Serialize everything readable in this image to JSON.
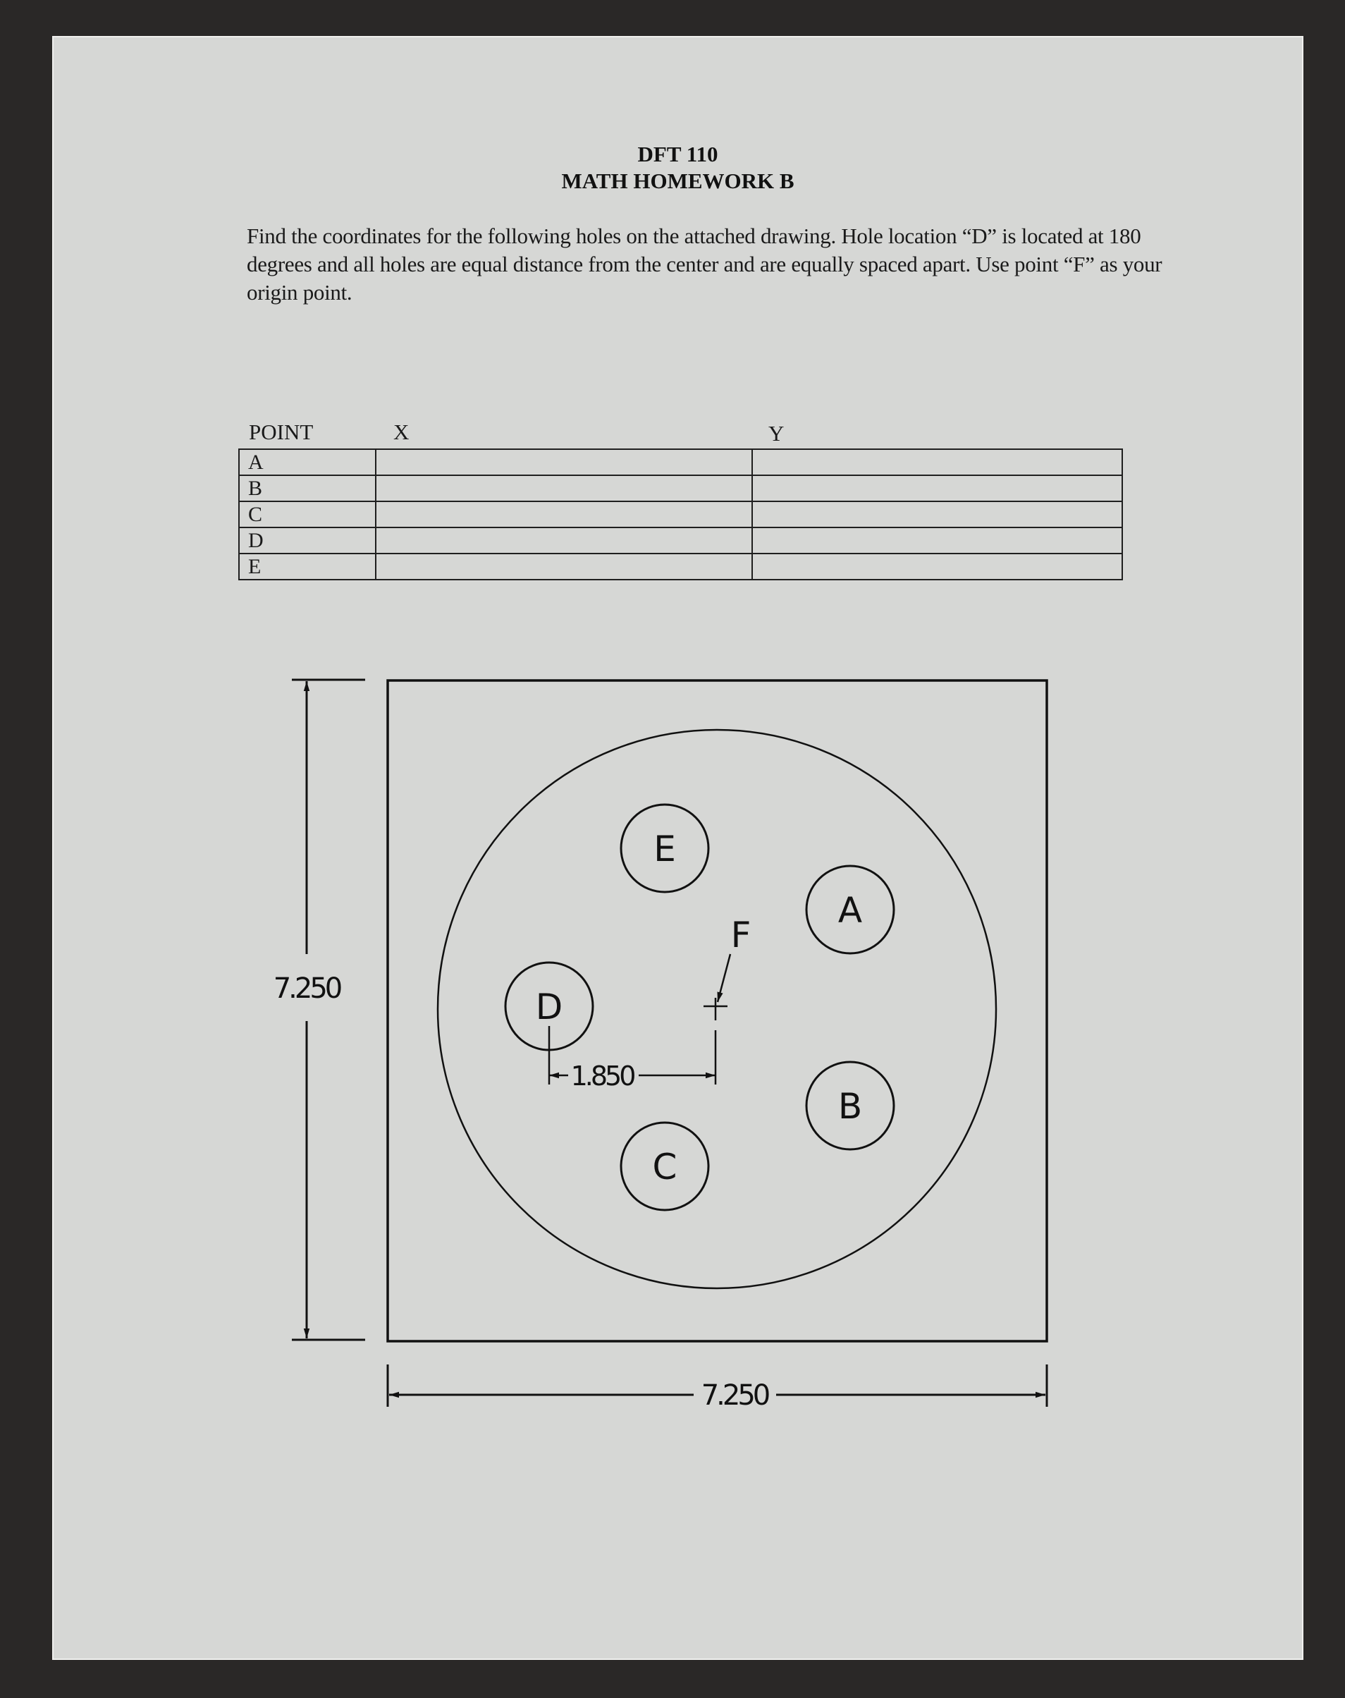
{
  "header": {
    "course": "DFT 110",
    "title": "MATH HOMEWORK B"
  },
  "instructions": "Find the coordinates for the following holes on the attached drawing.   Hole location “D” is located at 180 degrees and all holes are equal distance from the center and are equally spaced apart. Use point “F” as your origin point.",
  "table": {
    "columns": [
      "POINT",
      "X",
      "Y"
    ],
    "rows": [
      {
        "point": "A",
        "x": "",
        "y": ""
      },
      {
        "point": "B",
        "x": "",
        "y": ""
      },
      {
        "point": "C",
        "x": "",
        "y": ""
      },
      {
        "point": "D",
        "x": "",
        "y": ""
      },
      {
        "point": "E",
        "x": "",
        "y": ""
      }
    ]
  },
  "drawing": {
    "height_dimension": "7.250",
    "width_dimension": "7.250",
    "offset_dimension": "1.850",
    "origin_label": "F",
    "holes": [
      {
        "label": "A",
        "angle_deg": 36
      },
      {
        "label": "B",
        "angle_deg": 324
      },
      {
        "label": "C",
        "angle_deg": 252
      },
      {
        "label": "D",
        "angle_deg": 180
      },
      {
        "label": "E",
        "angle_deg": 108
      }
    ]
  }
}
